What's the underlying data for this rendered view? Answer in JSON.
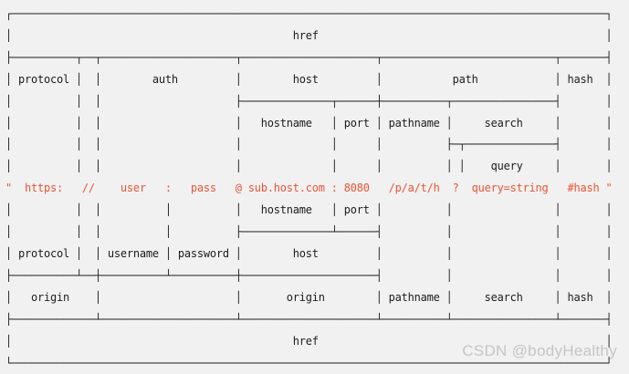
{
  "page": {
    "background_color": "#f1f1f1",
    "watermark": "CSDN @bodyHealthy",
    "watermark_color": "#c5c5c5"
  },
  "diagram": {
    "text_color": "#1c1c1c",
    "url_text_color": "#e85535",
    "labels": [
      "href",
      "protocol",
      "auth",
      "host",
      "path",
      "hash",
      "hostname",
      "port",
      "pathname",
      "search",
      "query",
      "username",
      "password",
      "origin"
    ],
    "url_example": {
      "protocol": "https:",
      "slashes": "//",
      "username": "user",
      "password": "pass",
      "hostname": "sub.host.com",
      "port": "8080",
      "pathname": "/p/a/t/h",
      "query": "query=string",
      "hash": "#hash"
    },
    "lines": [
      "┌─────────────────────────────────────────────────────────────────────────────────────────────┐",
      "│                                            href                                             │",
      "├──────────┬──┬─────────────────────┬─────────────────────┬───────────────────────────┬───────┤",
      "│ protocol │  │        auth         │        host         │           path            │ hash  │",
      "│          │  │                     ├──────────────┬──────┼──────────┬────────────────┤       │",
      "│          │  │                     │   hostname   │ port │ pathname │     search     │       │",
      "│          │  │                     │              │      │          ├─┬──────────────┤       │",
      "│          │  │                     │              │      │          │ │    query     │       │",
      "\"  https:   //    user   :   pass   @ sub.host.com : 8080   /p/a/t/h  ?  query=string   #hash \"",
      "│          │  │          │          │   hostname   │ port │          │                │       │",
      "│          │  │          │          ├──────────────┴──────┤          │                │       │",
      "│ protocol │  │ username │ password │        host         │          │                │       │",
      "├──────────┴──┼──────────┴──────────┼─────────────────────┤          │                │       │",
      "│   origin    │                     │       origin        │ pathname │     search     │ hash  │",
      "├─────────────┴─────────────────────┴─────────────────────┴──────────┴────────────────┴───────┤",
      "│                                            href                                             │",
      "└─────────────────────────────────────────────────────────────────────────────────────────────┘"
    ]
  }
}
